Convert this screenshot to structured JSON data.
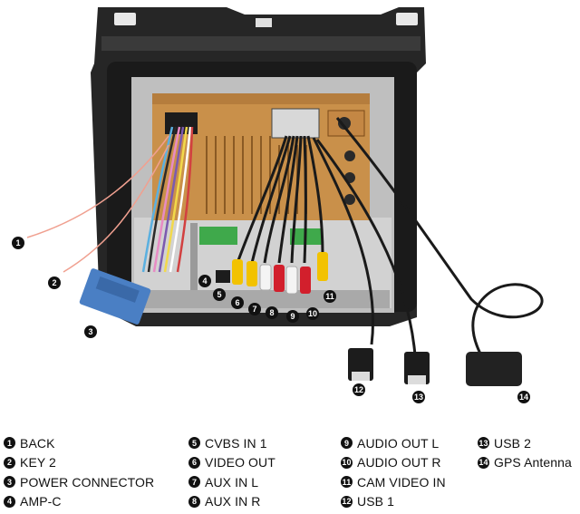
{
  "legend": [
    {
      "num": "1",
      "label": "BACK"
    },
    {
      "num": "2",
      "label": "KEY 2"
    },
    {
      "num": "3",
      "label": "POWER CONNECTOR"
    },
    {
      "num": "4",
      "label": "AMP-C"
    },
    {
      "num": "5",
      "label": "CVBS IN 1"
    },
    {
      "num": "6",
      "label": "VIDEO OUT"
    },
    {
      "num": "7",
      "label": "AUX IN L"
    },
    {
      "num": "8",
      "label": "AUX IN R"
    },
    {
      "num": "9",
      "label": "AUDIO OUT L"
    },
    {
      "num": "10",
      "label": "AUDIO OUT R"
    },
    {
      "num": "11",
      "label": "CAM VIDEO IN"
    },
    {
      "num": "12",
      "label": "USB 1"
    },
    {
      "num": "13",
      "label": "USB 2"
    },
    {
      "num": "14",
      "label": "GPS Antenna"
    }
  ],
  "colors": {
    "frame": "#2b2b2b",
    "pcb": "#c9904a",
    "connector_blue": "#4a7fc4",
    "rca_yellow": "#f2c200",
    "rca_red": "#d21f2c",
    "rca_white": "#f4f4f4",
    "green_block": "#3fa94b"
  }
}
